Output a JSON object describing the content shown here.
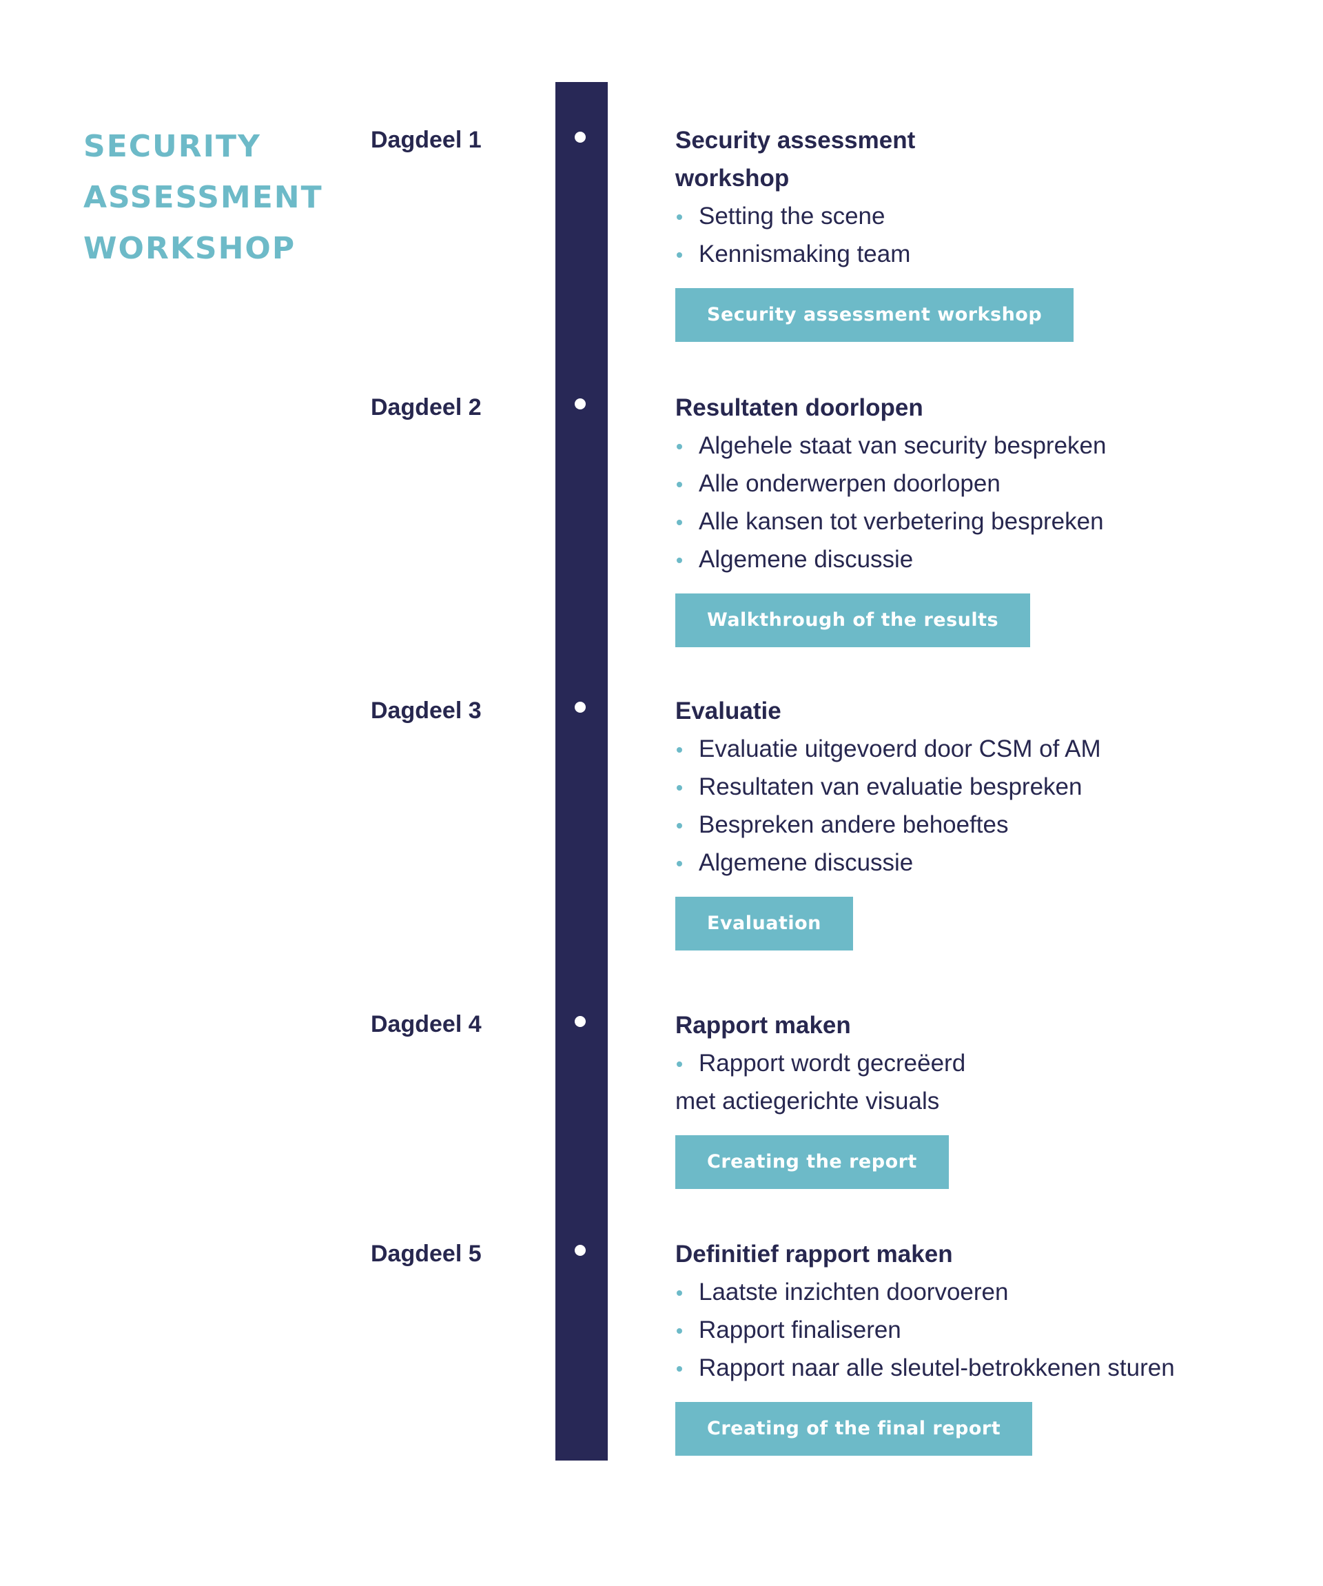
{
  "title_lines": [
    "SECURITY",
    "ASSESSMENT",
    "WORKSHOP"
  ],
  "colors": {
    "accent": "#6dbac8",
    "navy": "#282856",
    "text": "#27274f"
  },
  "phases": [
    {
      "day": "Dagdeel 1",
      "title_lines": [
        "Security assessment",
        "workshop"
      ],
      "bullets": [
        "Setting the scene",
        "Kennismaking team"
      ],
      "continuation": "",
      "button": "Security assessment workshop"
    },
    {
      "day": "Dagdeel 2",
      "title_lines": [
        "Resultaten doorlopen"
      ],
      "bullets": [
        "Algehele staat van security bespreken",
        "Alle onderwerpen doorlopen",
        "Alle kansen tot verbetering bespreken",
        "Algemene discussie"
      ],
      "continuation": "",
      "button": "Walkthrough of the results"
    },
    {
      "day": "Dagdeel 3",
      "title_lines": [
        "Evaluatie"
      ],
      "bullets": [
        "Evaluatie uitgevoerd door CSM of AM",
        "Resultaten van evaluatie bespreken",
        "Bespreken andere behoeftes",
        "Algemene discussie"
      ],
      "continuation": "",
      "button": "Evaluation"
    },
    {
      "day": "Dagdeel 4",
      "title_lines": [
        "Rapport maken"
      ],
      "bullets": [
        "Rapport wordt gecreëerd"
      ],
      "continuation": "met actiegerichte visuals",
      "button": "Creating the report"
    },
    {
      "day": "Dagdeel 5",
      "title_lines": [
        "Definitief rapport maken"
      ],
      "bullets": [
        "Laatste inzichten doorvoeren",
        "Rapport finaliseren",
        "Rapport naar alle sleutel-betrokkenen sturen"
      ],
      "continuation": "",
      "button": "Creating of the final report"
    }
  ]
}
